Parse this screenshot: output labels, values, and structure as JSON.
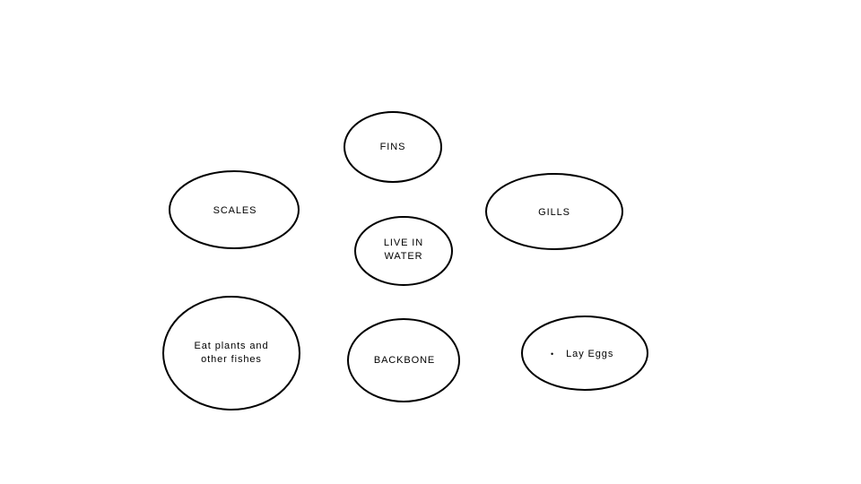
{
  "diagram": {
    "style": {
      "stroke": "#000000",
      "fill": "#ffffff",
      "text_color": "#000000"
    },
    "nodes": [
      {
        "id": "fins",
        "label": "FINS"
      },
      {
        "id": "scales",
        "label": "SCALES"
      },
      {
        "id": "gills",
        "label": "GILLS"
      },
      {
        "id": "live-in-water",
        "label": "LIVE IN WATER"
      },
      {
        "id": "eat-plants",
        "label": "Eat plants and other fishes"
      },
      {
        "id": "backbone",
        "label": "BACKBONE"
      },
      {
        "id": "lay-eggs",
        "label": "Lay Eggs",
        "bullet": "•"
      }
    ]
  }
}
